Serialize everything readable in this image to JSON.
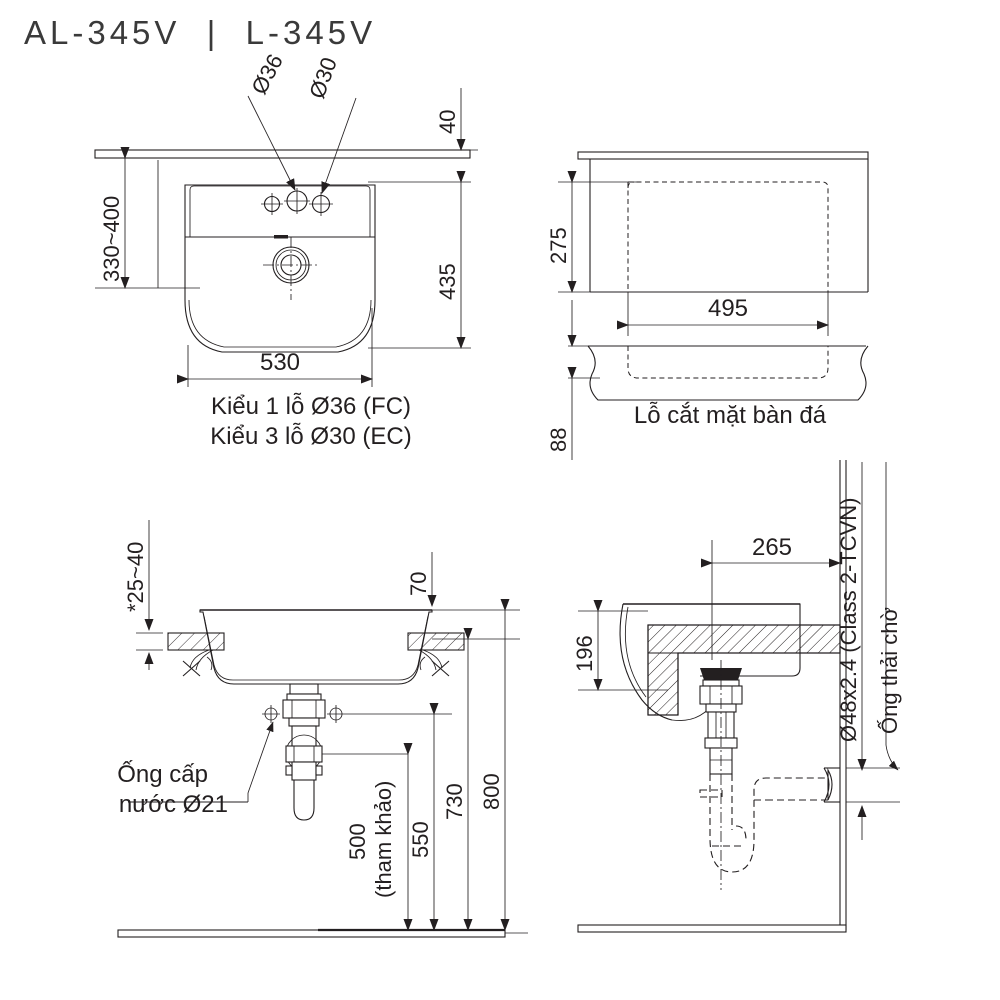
{
  "page": {
    "title": "AL-345V  |  L-345V",
    "background_color": "#ffffff",
    "line_color": "#231f20"
  },
  "views": {
    "top_left": {
      "name": "front-elevation-with-counter",
      "caption_line1": "Kiểu 1 lỗ Ø36 (FC)",
      "caption_line2": "Kiểu 3 lỗ Ø30 (EC)",
      "dimensions": {
        "counter_thickness": "40",
        "wall_to_counter_range": "330~400",
        "basin_height": "435",
        "basin_width": "530"
      },
      "callouts": {
        "hole_center": "Ø36",
        "hole_side": "Ø30"
      }
    },
    "top_right": {
      "name": "countertop-cutout",
      "caption": "Lỗ cắt mặt bàn đá",
      "dimensions": {
        "cutout_depth": "275",
        "cutout_width": "495",
        "lower_offset": "88"
      }
    },
    "bottom_left": {
      "name": "installation-section-front",
      "label_supply": "Ống cấp\nnước Ø21",
      "label_supply_line1": "Ống cấp",
      "label_supply_line2": "nước Ø21",
      "dimensions": {
        "counter_thickness_range": "*25~40",
        "basin_rim_above": "70",
        "supply_ref": "500",
        "supply_ref_note": "(tham khảo)",
        "trap_height": "550",
        "basin_underside": "730",
        "rim_height": "800"
      }
    },
    "bottom_right": {
      "name": "installation-section-side",
      "label_drain_pipe_line1": "Ø48x2.4 (Class 2-TCVN)",
      "label_drain_pipe_line2": "Ống thải chờ",
      "dimensions": {
        "front_to_drain": "265",
        "basin_depth": "196"
      }
    }
  }
}
